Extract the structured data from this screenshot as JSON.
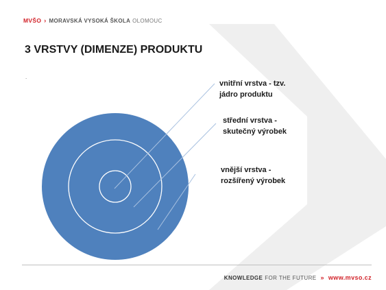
{
  "header": {
    "brand": "MVŠO",
    "arrow": "›",
    "school_bold": "MORAVSKÁ VYSOKÁ ŠKOLA",
    "school_light": "OLOMOUC"
  },
  "title": "3 VRSTVY (DIMENZE) PRODUKTU",
  "bullet": ".",
  "diagram": {
    "fill_color": "#4f81bd",
    "ring_color": "#ffffff",
    "labels": {
      "inner": [
        "vnitřní vrstva - tzv.",
        "jádro produktu"
      ],
      "middle": [
        "střední vrstva -",
        "skutečný výrobek"
      ],
      "outer": [
        "vnější vrstva -",
        "rozšířený výrobek"
      ]
    }
  },
  "footer": {
    "tag_bold": "KNOWLEDGE",
    "tag_light": "FOR THE FUTURE",
    "arrow": "»",
    "url": "www.mvso.cz"
  },
  "colors": {
    "accent": "#d2232a",
    "chevron": "#efefef",
    "circle": "#4f81bd"
  }
}
